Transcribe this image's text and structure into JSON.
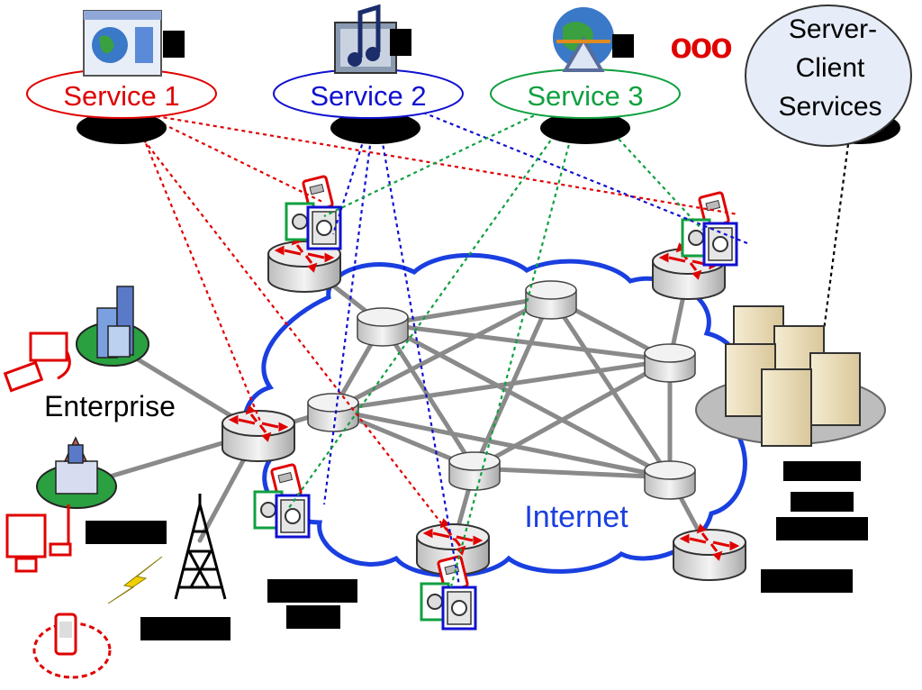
{
  "services": [
    {
      "id": "s1",
      "label": "Service 1",
      "color": "#e00000"
    },
    {
      "id": "s2",
      "label": "Service 2",
      "color": "#1010d0"
    },
    {
      "id": "s3",
      "label": "Service 3",
      "color": "#10a040"
    }
  ],
  "more_indicator": "ooo",
  "server_client": {
    "line1": "Server-",
    "line2": "Client",
    "line3": "Services"
  },
  "cloud_label": "Internet",
  "enterprise_label": "Enterprise",
  "colors": {
    "cloud_outline": "#1a3fe0",
    "link_gray": "#8a8a8a",
    "router_body": "#d8d8d8",
    "router_arrow": "#e00000",
    "server_box": "#eadcb8",
    "redacted": "#000000"
  },
  "icons": [
    "browser-globe-icon",
    "music-film-icon",
    "globe-tracker-icon",
    "router-icon",
    "server-rack-icon",
    "building-icon",
    "antenna-tower-icon",
    "lightning-icon",
    "mobile-phone-icon",
    "computer-icon",
    "device-bundle-icon"
  ]
}
